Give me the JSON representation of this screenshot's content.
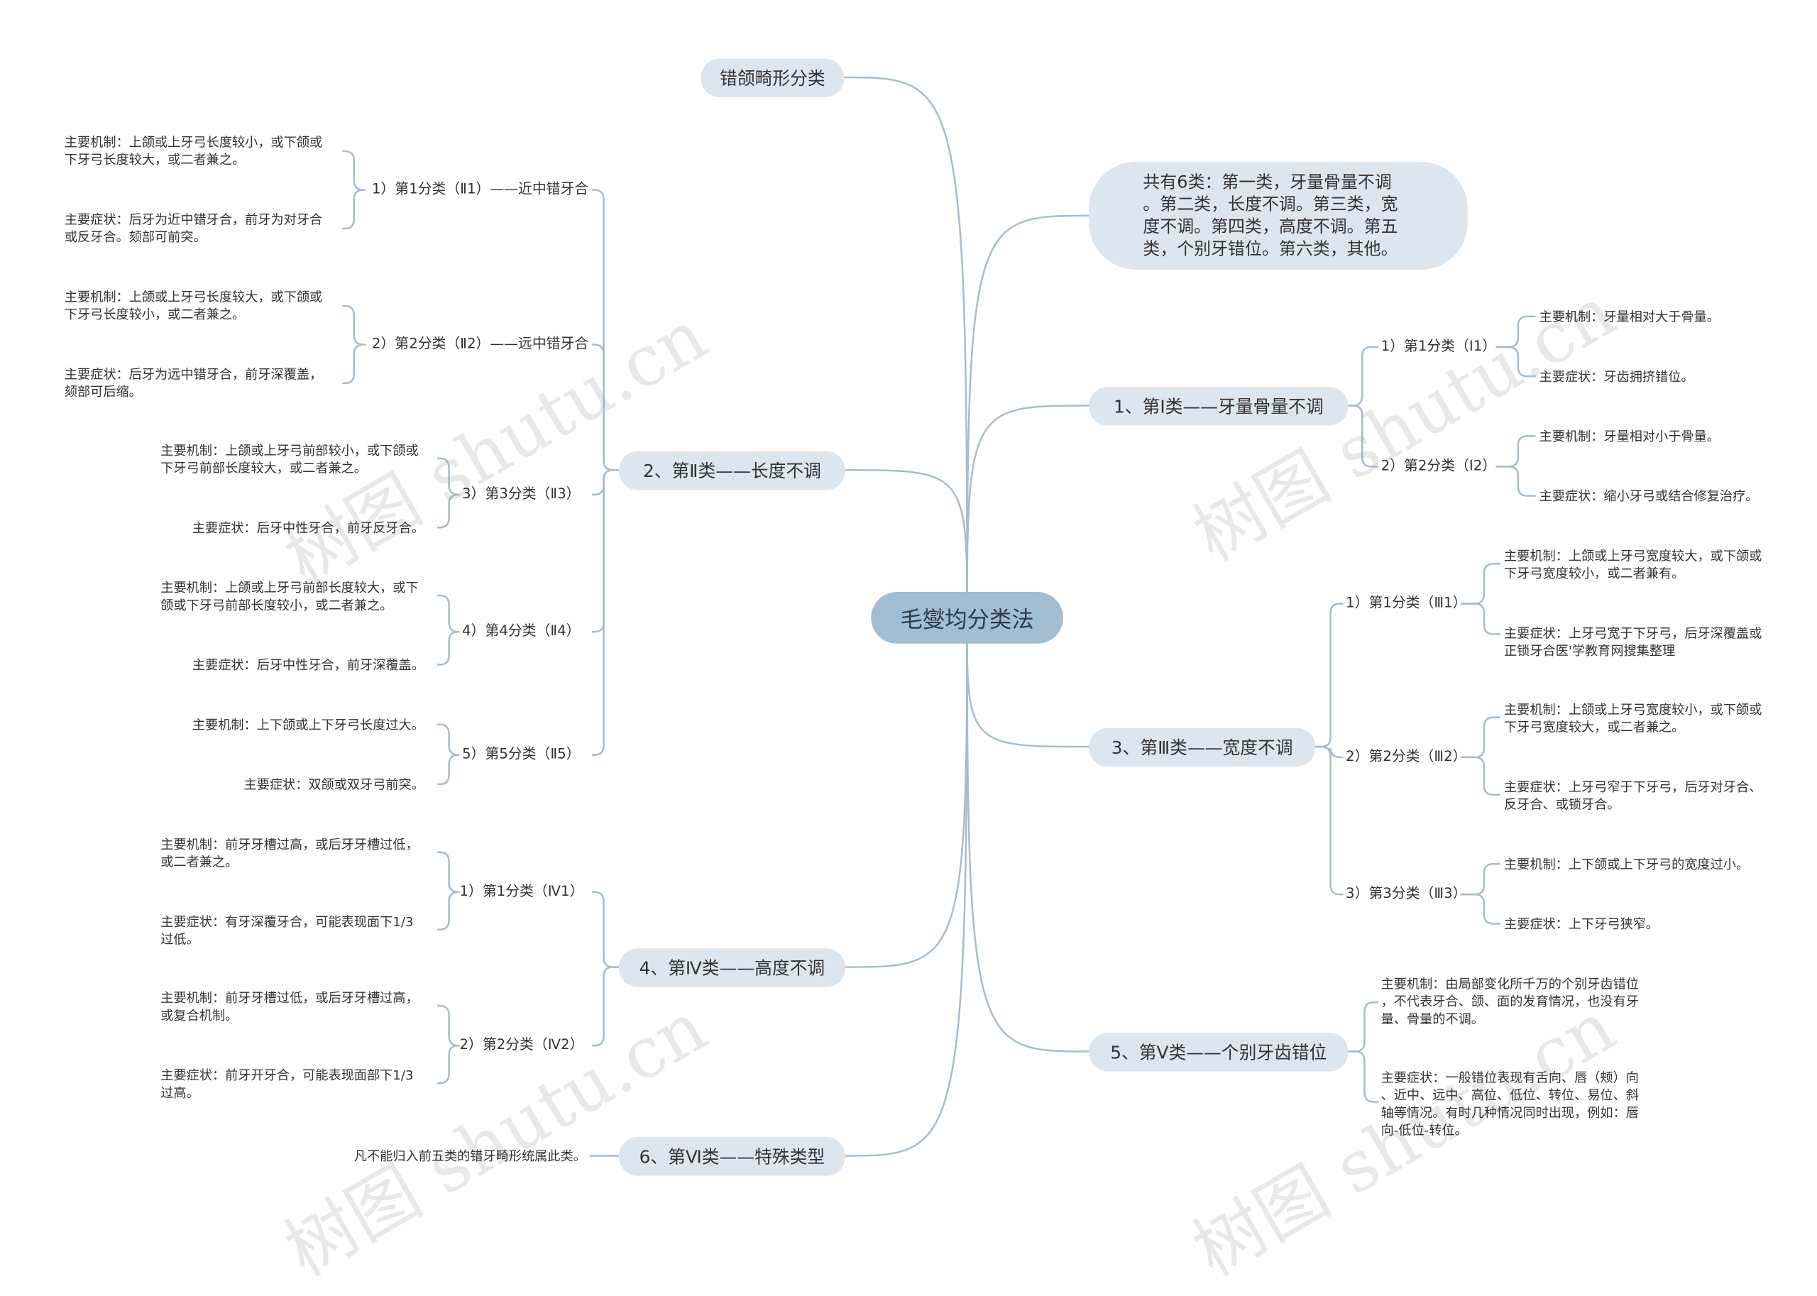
{
  "root": "毛燮均分类法",
  "top_note": "错颌畸形分类",
  "summary": "共有6类：第一类，牙量骨量不调\n。第二类，长度不调。第三类，宽\n度不调。第四类，高度不调。第五\n类，个别牙错位。第六类，其他。",
  "watermark": "树图 shutu.cn",
  "class1": {
    "label": "1、第Ⅰ类——牙量骨量不调",
    "sub1": {
      "label": "1）第1分类（Ⅰ1）",
      "mech": "主要机制：牙量相对大于骨量。",
      "symp": "主要症状：牙齿拥挤错位。"
    },
    "sub2": {
      "label": "2）第2分类（Ⅰ2）",
      "mech": "主要机制：牙量相对小于骨量。",
      "symp": "主要症状：缩小牙弓或结合修复治疗。"
    }
  },
  "class3": {
    "label": "3、第Ⅲ类——宽度不调",
    "sub1": {
      "label": "1）第1分类（Ⅲ1）",
      "mech": "主要机制：上颌或上牙弓宽度较大，或下颌或\n下牙弓宽度较小，或二者兼有。",
      "symp": "主要症状：上牙弓宽于下牙弓，后牙深覆盖或\n正锁牙合医'学教育网搜集整理"
    },
    "sub2": {
      "label": "2）第2分类（Ⅲ2）",
      "mech": "主要机制：上颌或上牙弓宽度较小，或下颌或\n下牙弓宽度较大，或二者兼之。",
      "symp": "主要症状：上牙弓窄于下牙弓，后牙对牙合、\n反牙合、或锁牙合。"
    },
    "sub3": {
      "label": "3）第3分类（Ⅲ3）",
      "mech": "主要机制：上下颌或上下牙弓的宽度过小。",
      "symp": "主要症状：上下牙弓狭窄。"
    }
  },
  "class5": {
    "label": "5、第Ⅴ类——个别牙齿错位",
    "mech": "主要机制：由局部变化所千万的个别牙齿错位\n，不代表牙合、颌、面的发育情况，也没有牙\n量、骨量的不调。",
    "symp": "主要症状：一般错位表现有舌向、唇（颊）向\n、近中、远中、高位、低位、转位、易位、斜\n轴等情况。有时几种情况同时出现，例如：唇\n向-低位-转位。"
  },
  "class2": {
    "label": "2、第Ⅱ类——长度不调",
    "sub1": {
      "label": "1）第1分类（Ⅱ1）——近中错牙合",
      "mech": "主要机制：上颌或上牙弓长度较小，或下颌或\n下牙弓长度较大，或二者兼之。",
      "symp": "主要症状：后牙为近中错牙合，前牙为对牙合\n或反牙合。颏部可前突。"
    },
    "sub2": {
      "label": "2）第2分类（Ⅱ2）——远中错牙合",
      "mech": "主要机制：上颌或上牙弓长度较大，或下颌或\n下牙弓长度较小，或二者兼之。",
      "symp": "主要症状：后牙为远中错牙合，前牙深覆盖，\n颏部可后缩。"
    },
    "sub3": {
      "label": "3）第3分类（Ⅱ3）",
      "mech": "主要机制：上颌或上牙弓前部较小，或下颌或\n下牙弓前部长度较大，或二者兼之。",
      "symp": "主要症状：后牙中性牙合，前牙反牙合。"
    },
    "sub4": {
      "label": "4）第4分类（Ⅱ4）",
      "mech": "主要机制：上颌或上牙弓前部长度较大，或下\n颌或下牙弓前部长度较小，或二者兼之。",
      "symp": "主要症状：后牙中性牙合，前牙深覆盖。"
    },
    "sub5": {
      "label": "5）第5分类（Ⅱ5）",
      "mech": "主要机制：上下颌或上下牙弓长度过大。",
      "symp": "主要症状：双颌或双牙弓前突。"
    }
  },
  "class4": {
    "label": "4、第Ⅳ类——高度不调",
    "sub1": {
      "label": "1）第1分类（Ⅳ1）",
      "mech": "主要机制：前牙牙槽过高，或后牙牙槽过低，\n或二者兼之。",
      "symp": "主要症状：有牙深覆牙合，可能表现面下1/3\n过低。"
    },
    "sub2": {
      "label": "2）第2分类（Ⅳ2）",
      "mech": "主要机制：前牙牙槽过低，或后牙牙槽过高，\n或复合机制。",
      "symp": "主要症状：前牙开牙合，可能表现面部下1/3\n过高。"
    }
  },
  "class6": {
    "label": "6、第Ⅵ类——特殊类型",
    "note": "凡不能归入前五类的错牙畸形统属此类。"
  }
}
